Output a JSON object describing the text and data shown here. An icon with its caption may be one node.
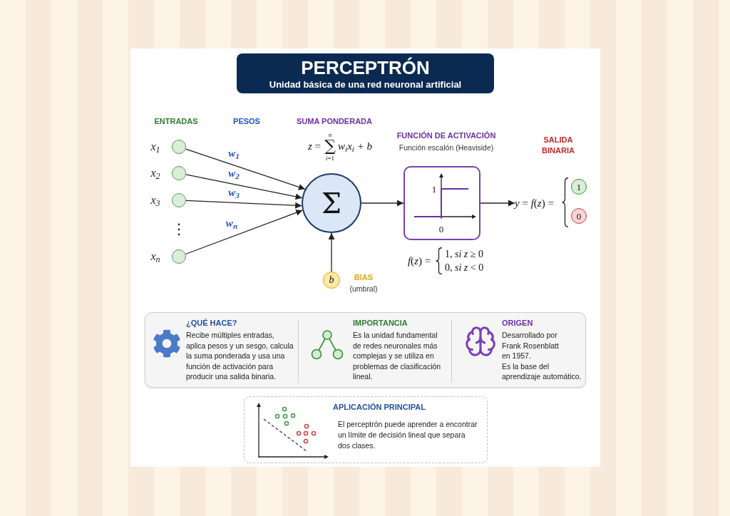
{
  "diagram": {
    "nodes": [
      {
        "text": [
          "PERCEPTRÓN",
          "Unidad básica de una red neuronal artificial"
        ]
      },
      {
        "text": [],
        "shape": "circle",
        "beside": [
          "x$_{1}$"
        ]
      },
      {
        "text": [],
        "shape": "circle",
        "beside": [
          "x$_{2}$"
        ]
      },
      {
        "text": [],
        "shape": "circle",
        "beside": [
          "x$_{3}$"
        ]
      },
      {
        "text": [],
        "shape": "circle",
        "beside": [
          "x$_{n}$"
        ]
      },
      {
        "text": [
          "Σ"
        ]
      },
      {
        "text": [
          "b"
        ],
        "beside": [
          "BIAS",
          "(umbral)"
        ]
      },
      {
        "text": [
          "1",
          "0"
        ]
      },
      {
        "text": [
          "*y* = *f*(*z*) ="
        ]
      },
      {
        "text": [
          "1"
        ]
      },
      {
        "text": [
          "0"
        ]
      },
      {
        "text": [
          "¿QUÉ HACE?",
          "Recibe múltiples entradas, aplica pesos y un sesgo, calcula la suma ponderada y usa una función de activación para producir una salida binaria.",
          "IMPORTANCIA",
          "Es la unidad fundamental de redes neuronales más complejas y se utiliza en problemas de clasificación lineal.",
          "ORIGEN",
          "Desarrollado por Frank Rosenblatt en 1957.",
          "Es la base del aprendizaje automático."
        ]
      },
      {
        "text": [
          "APLICACIÓN PRINCIPAL",
          "El perceptrón puede aprender a encontrar un límite de decisión lineal que separa dos clases."
        ]
      }
    ],
    "edges": [
      {
        "from": 1,
        "to": 5,
        "arrow": "to",
        "label": "w$_{1}$"
      },
      {
        "from": 2,
        "to": 5,
        "arrow": "to",
        "label": "w$_{2}$"
      },
      {
        "from": 3,
        "to": 5,
        "arrow": "to",
        "label": "w$_{3}$"
      },
      {
        "from": 4,
        "to": 5,
        "arrow": "to",
        "label": "w$_{n}$"
      },
      {
        "from": 6,
        "to": 5,
        "arrow": "to"
      },
      {
        "from": 5,
        "to": 7,
        "arrow": "to"
      },
      {
        "from": 7,
        "to": 8,
        "arrow": "to"
      }
    ],
    "labels": [
      "ENTRADAS",
      "PESOS",
      "SUMA PONDERADA",
      "*z* =",
      "n",
      "∑",
      "*i*=1",
      "w$_{i}$x$_{i}$ + b",
      "FUNCIÓN DE ACTIVACIÓN",
      "Función escalón (Heaviside)",
      "SALIDA BINARIA",
      "*f*(*z*) =",
      "1, *si z* ≥ 0",
      "0, *si z* < 0"
    ]
  }
}
